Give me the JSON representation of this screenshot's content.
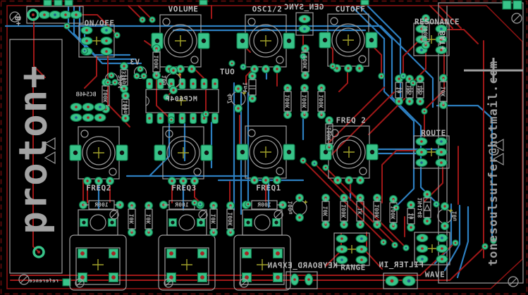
{
  "meta": {
    "view": "pcb-layout-editor-canvas",
    "board_name": "proton+"
  },
  "colors": {
    "background": "#000000",
    "top_copper": "#a01818",
    "bottom_copper": "#2d7fc0",
    "pads": "#38c389",
    "silkscreen": "#9e9e9e",
    "silk_text": "#b8b8b8",
    "origin_cross": "#a2a22b",
    "board_outline": "#921313"
  },
  "silk": {
    "brand": "proton+",
    "email": "tonesoulsurfer@hotmail.com",
    "reference": "reference",
    "ic_label": "MCP604P",
    "labels": {
      "on_off": "ON/OFF",
      "volume": "VOLUME",
      "osc12": "OSC1/2",
      "gen_sync": "GEN_SYNC",
      "cutoff": "CUTOFF",
      "resonance": "RESONANCE",
      "b_plus": "B+",
      "bat_plus": "BAT+",
      "v3": "V3",
      "out": "OUT",
      "freq_2": "FREQ 2",
      "route": "ROUTE",
      "freq2": "FREQ2",
      "freq3": "FREQ3",
      "freq1": "FREQ1",
      "keyboard_expan": "KEYBOARD_EXPAN",
      "range": "RANGE",
      "filter_in": "FILTER_IN",
      "wave": "WAVE"
    },
    "part_values": {
      "r0": "100K",
      "r1": "100K",
      "r2": "100K",
      "r3": "100K",
      "r4": "100K",
      "r5": "100K",
      "r6": "100K",
      "r7": "100K",
      "r8": "10K",
      "r9": "10K",
      "r10": "10K",
      "r11": "100K",
      "r12": "10K",
      "r13": "100K",
      "r14": "1K",
      "r15": "100K",
      "r16": "100K",
      "r17": "10K",
      "r18": "100R",
      "r19": "100R",
      "r20": "100R",
      "c0": "330p",
      "c1": "100n",
      "c2": "10u",
      "c3": "4u7",
      "c4": "1u",
      "c5": "155",
      "c6": "155",
      "c7": "100u",
      "c8": "1u",
      "c9": "10u",
      "c10": "1n4",
      "d0": "1N4148",
      "q0": "3904",
      "q1": "BC546B"
    }
  }
}
